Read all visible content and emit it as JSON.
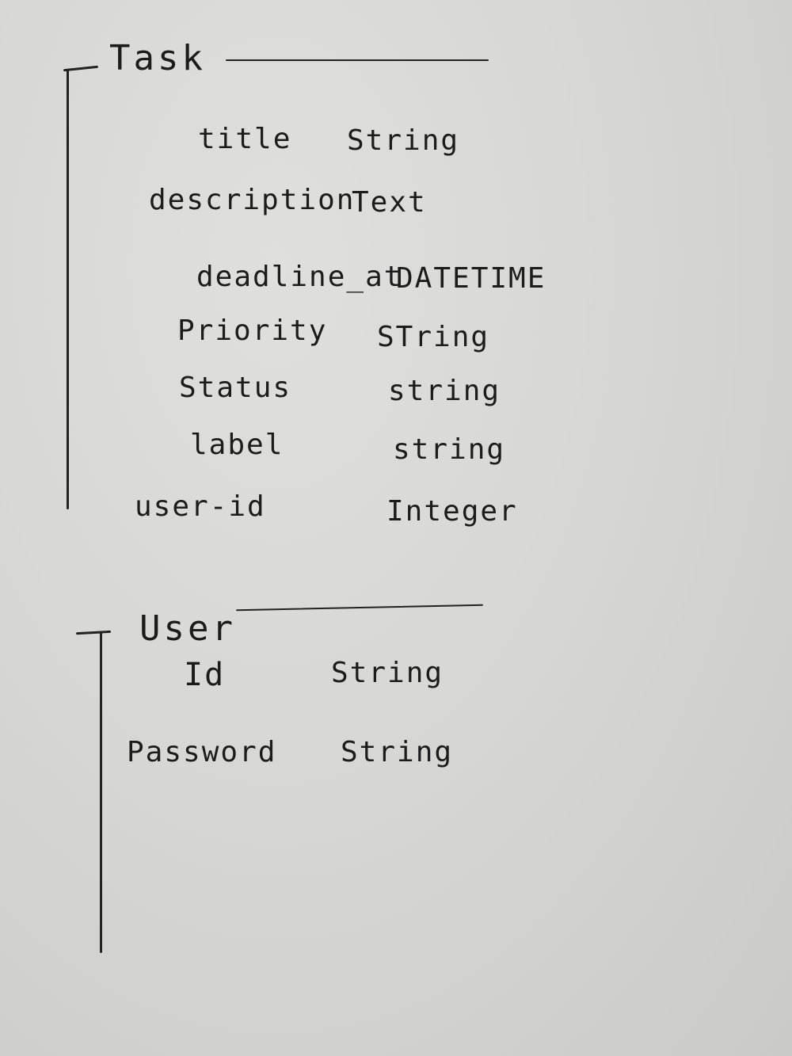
{
  "entities": [
    {
      "name": "Task",
      "fields": [
        {
          "name": "title",
          "type": "String"
        },
        {
          "name": "description",
          "type": "Text"
        },
        {
          "name": "deadline_at",
          "type": "DATETIME"
        },
        {
          "name": "Priority",
          "type": "STring"
        },
        {
          "name": "Status",
          "type": "string"
        },
        {
          "name": "label",
          "type": "string"
        },
        {
          "name": "user-id",
          "type": "Integer"
        }
      ]
    },
    {
      "name": "User",
      "fields": [
        {
          "name": "Id",
          "type": "String"
        },
        {
          "name": "Password",
          "type": "String"
        }
      ]
    }
  ]
}
